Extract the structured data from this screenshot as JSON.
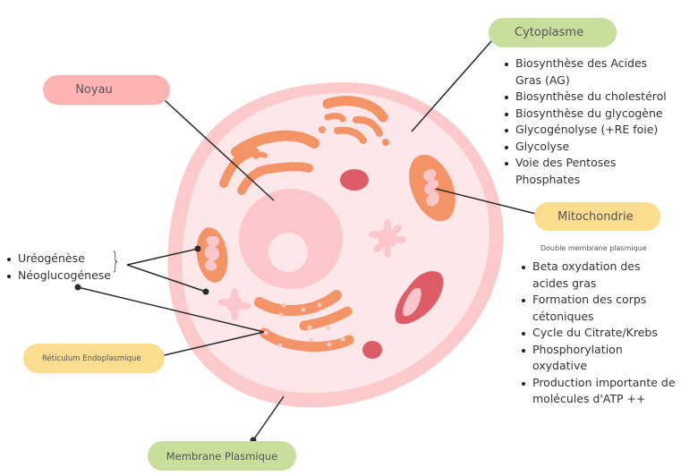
{
  "labels": {
    "noyau": "Noyau",
    "cytoplasme": "Cytoplasme",
    "mitochondrie": "Mitochondrie",
    "reticulum": "Réticulum Endoplasmique",
    "membrane": "Membrane Plasmique"
  },
  "colors": {
    "noyau_pill": "#FFB3B3",
    "cytoplasme_pill": "#C8DE9C",
    "mitochondrie_pill": "#FCDC8F",
    "reticulum_pill": "#FCDC8F",
    "membrane_pill": "#C8DE9C",
    "cell_outer": "#FDCACC",
    "cell_inner": "#FEE7E8",
    "organelle_orange": "#F39366",
    "organelle_light_pink": "#FCC7CB",
    "organelle_red": "#DD5C68",
    "leader_line": "#2b2b2b"
  },
  "cytoplasme_list": [
    "Biosynthèse des Acides Gras (AG)",
    "Biosynthèse du cholestérol",
    "Biosynthèse du glycogène",
    "Glycogénolyse (+RE foie)",
    "Glycolyse",
    "Voie des Pentoses Phosphates"
  ],
  "mitochondrie_note": "Double membrane plasmique",
  "mitochondrie_list": [
    "Beta oxydation des acides gras",
    "Formation des corps cétoniques",
    "Cycle du Citrate/Krebs",
    "Phosphorylation oxydative",
    "Production importante de molécules d'ATP ++"
  ],
  "shared_list": [
    "Uréogénèse",
    "Néoglucogénese"
  ]
}
